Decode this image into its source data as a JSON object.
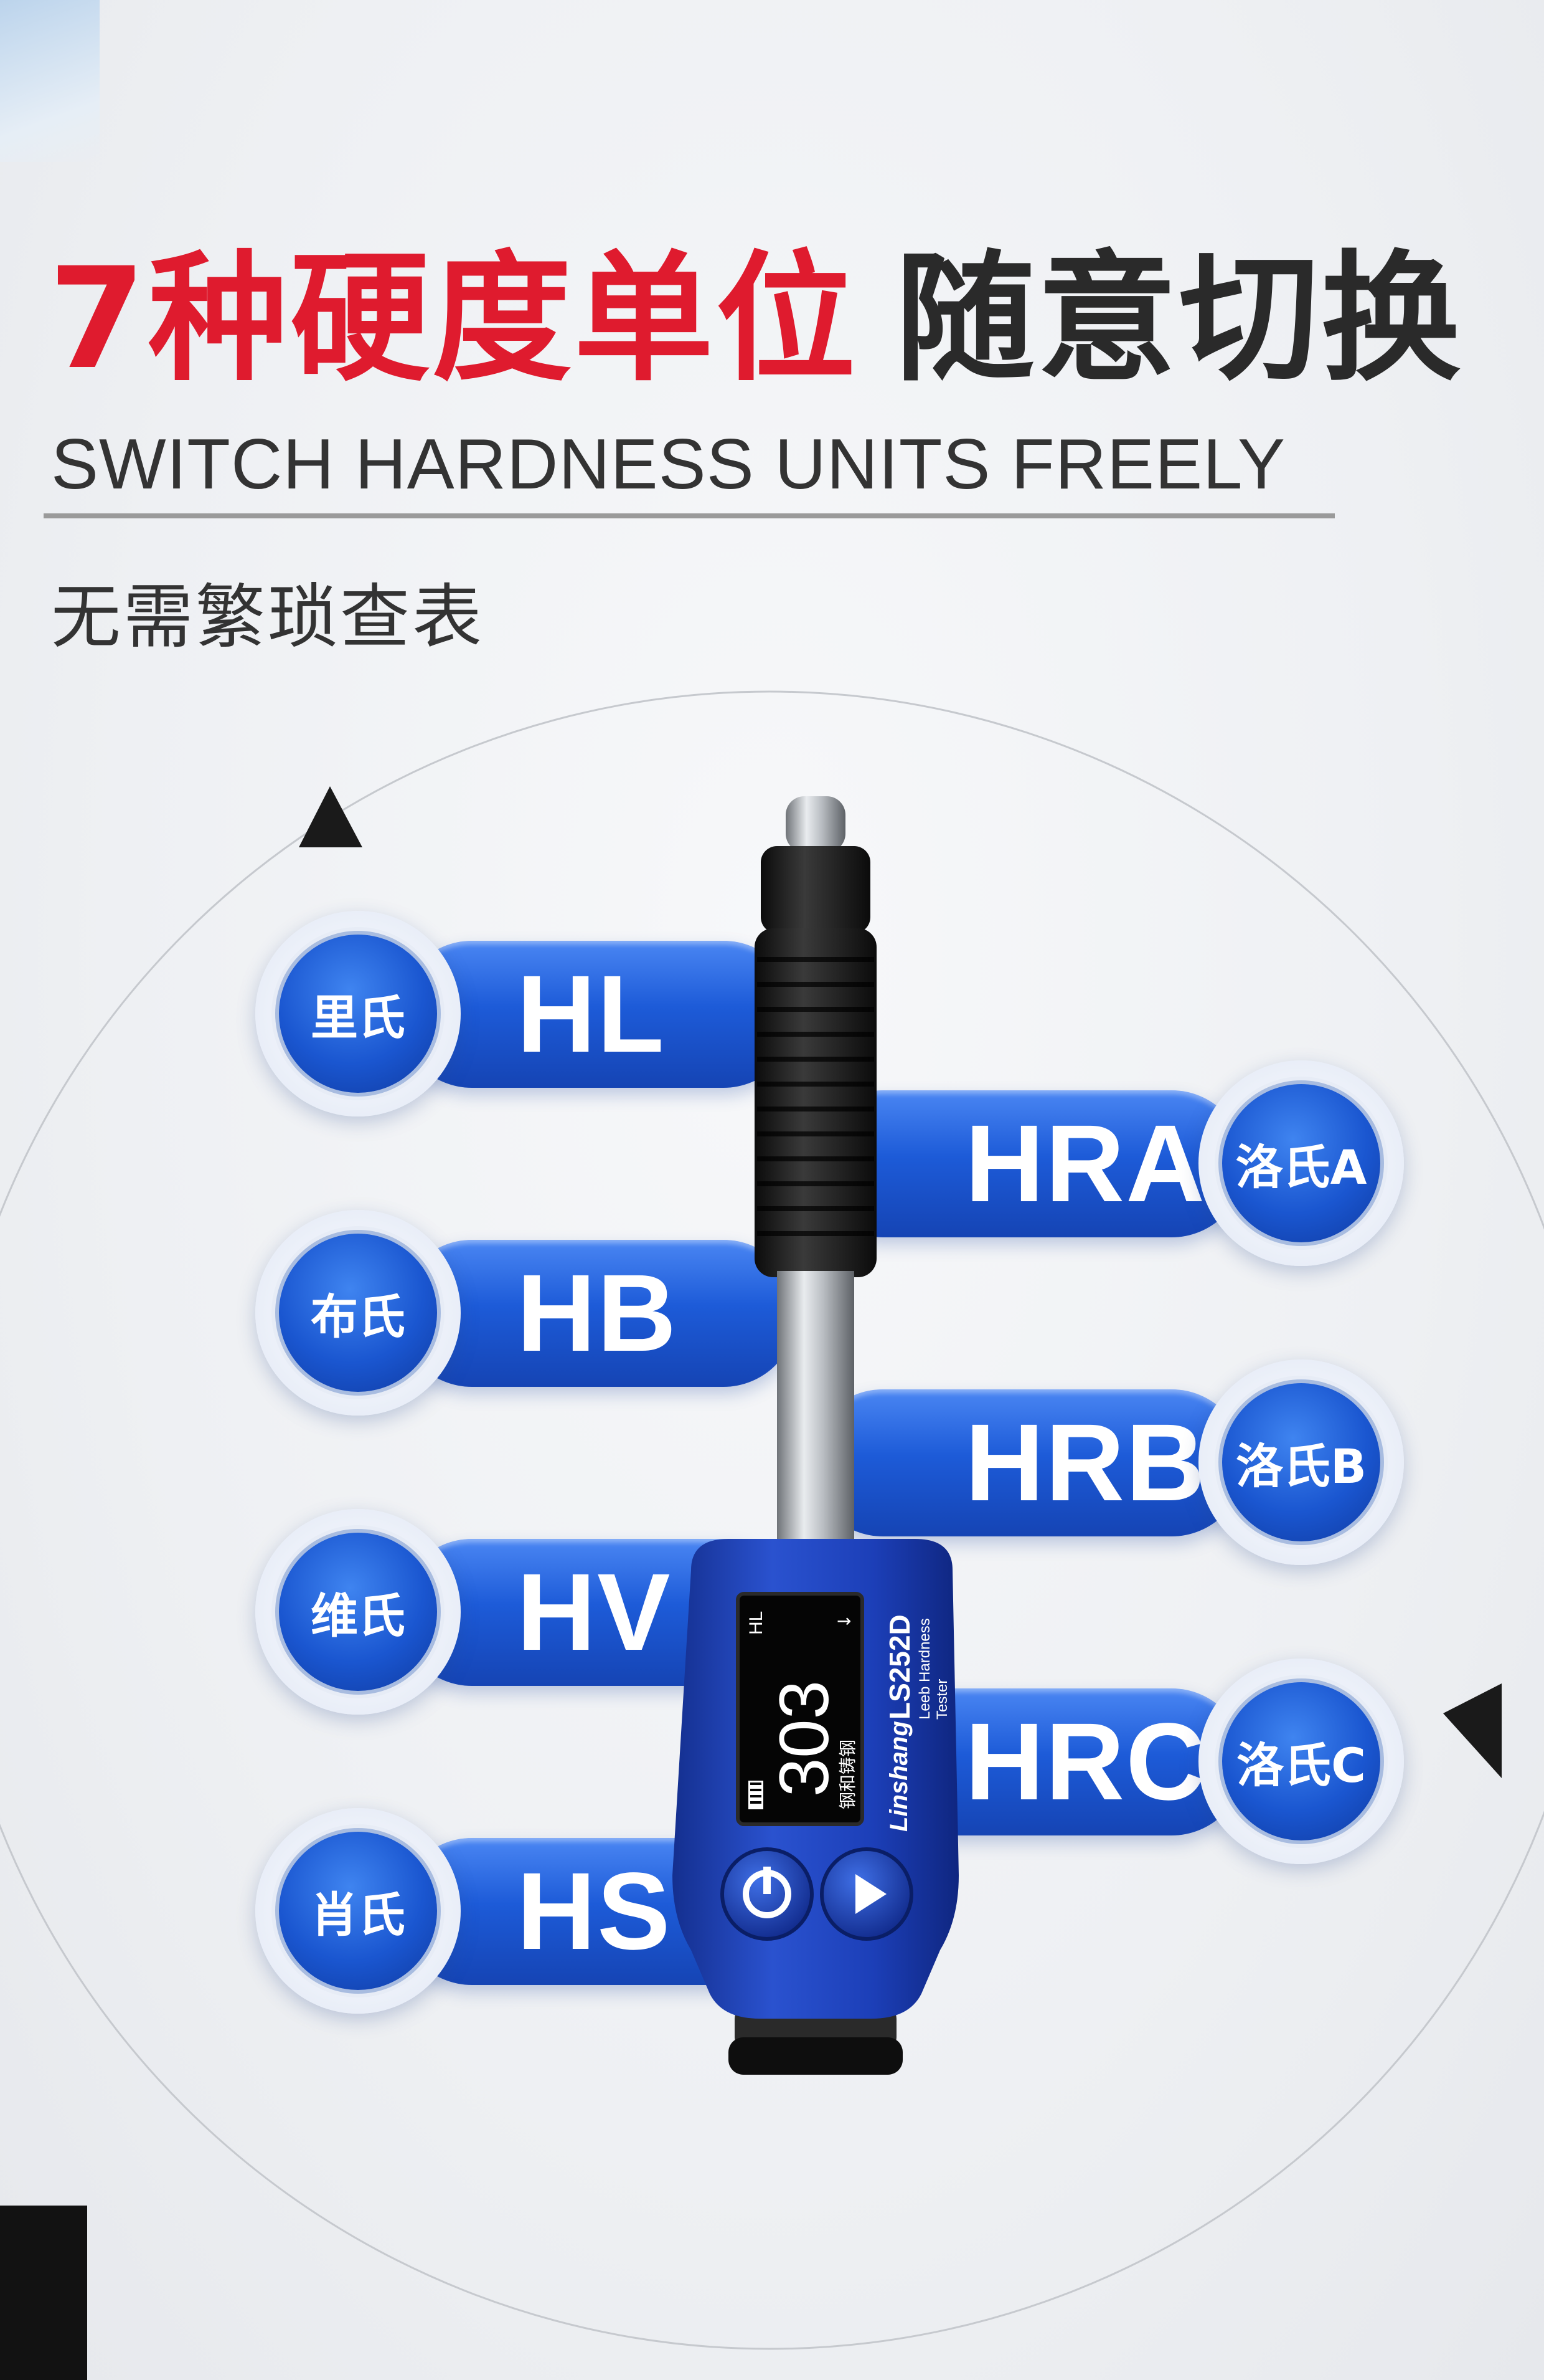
{
  "title": {
    "highlight": "7种硬度单位",
    "rest": "随意切换"
  },
  "subtitle": "SWITCH HARDNESS UNITS FREELY",
  "tagline": "无需繁琐查表",
  "units": [
    {
      "code": "HL",
      "name": "里氏"
    },
    {
      "code": "HB",
      "name": "布氏"
    },
    {
      "code": "HV",
      "name": "维氏"
    },
    {
      "code": "HS",
      "name": "肖氏"
    },
    {
      "code": "HRA",
      "name": "洛氏A"
    },
    {
      "code": "HRB",
      "name": "洛氏B"
    },
    {
      "code": "HRC",
      "name": "洛氏C"
    }
  ],
  "device": {
    "brand": "Linshang",
    "model": "LS252D",
    "model_desc": "Leeb Hardness Tester",
    "screen": {
      "reading": "303",
      "unit": "HL",
      "material": "钢和铸钢",
      "direction": "↓"
    }
  },
  "colors": {
    "accent_red": "#df1b2e",
    "pill_blue": "#1d5bd8",
    "device_blue": "#1c3fb8"
  },
  "icons": [
    "power-icon",
    "play-icon",
    "battery-icon",
    "triangle-arrow-icon"
  ]
}
